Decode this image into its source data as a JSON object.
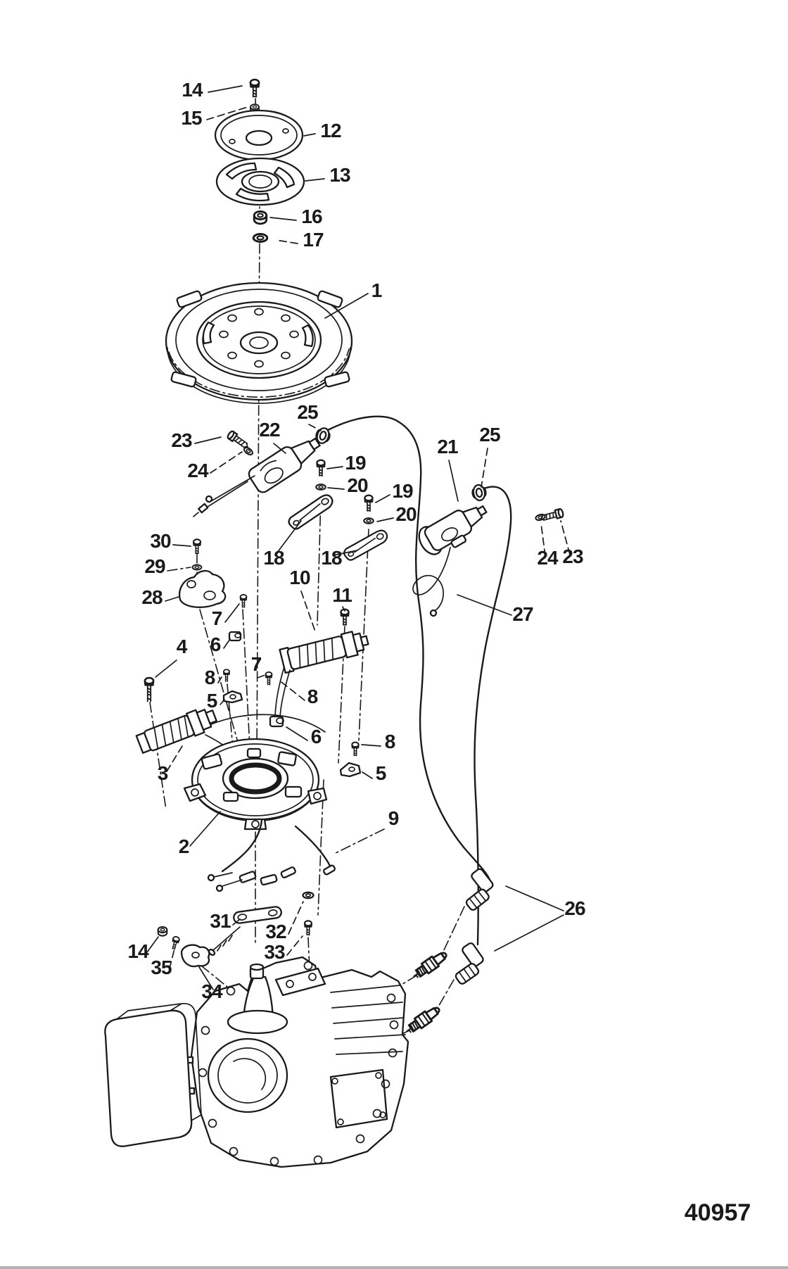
{
  "figure": {
    "drawing_number": "40957",
    "colors": {
      "ink": "#1a1a1a",
      "paper": "#ffffff",
      "rule": "#b2b2b4"
    }
  },
  "callouts": [
    {
      "label": "14"
    },
    {
      "label": "15"
    },
    {
      "label": "12"
    },
    {
      "label": "13"
    },
    {
      "label": "16"
    },
    {
      "label": "17"
    },
    {
      "label": "1"
    },
    {
      "label": "25"
    },
    {
      "label": "22"
    },
    {
      "label": "23"
    },
    {
      "label": "24"
    },
    {
      "label": "19"
    },
    {
      "label": "20"
    },
    {
      "label": "19"
    },
    {
      "label": "20"
    },
    {
      "label": "21"
    },
    {
      "label": "25"
    },
    {
      "label": "24"
    },
    {
      "label": "23"
    },
    {
      "label": "27"
    },
    {
      "label": "30"
    },
    {
      "label": "29"
    },
    {
      "label": "28"
    },
    {
      "label": "18"
    },
    {
      "label": "18"
    },
    {
      "label": "10"
    },
    {
      "label": "11"
    },
    {
      "label": "7"
    },
    {
      "label": "6"
    },
    {
      "label": "4"
    },
    {
      "label": "8"
    },
    {
      "label": "5"
    },
    {
      "label": "7"
    },
    {
      "label": "8"
    },
    {
      "label": "6"
    },
    {
      "label": "8"
    },
    {
      "label": "5"
    },
    {
      "label": "3"
    },
    {
      "label": "2"
    },
    {
      "label": "9"
    },
    {
      "label": "26"
    },
    {
      "label": "31"
    },
    {
      "label": "32"
    },
    {
      "label": "33"
    },
    {
      "label": "14"
    },
    {
      "label": "35"
    },
    {
      "label": "34"
    }
  ]
}
